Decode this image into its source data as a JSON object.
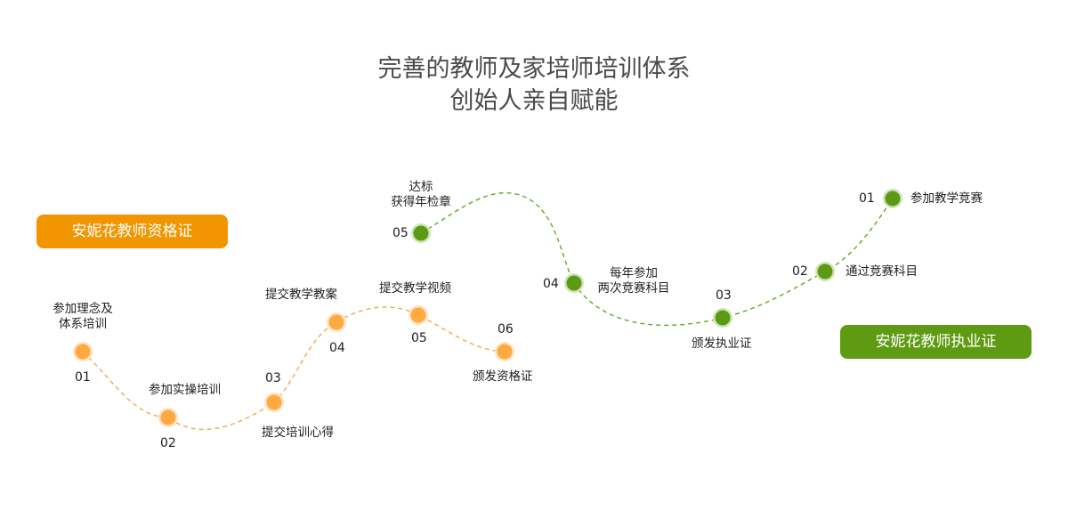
{
  "title": {
    "line1": "完善的教师及家培师培训体系",
    "line2": "创始人亲自赋能"
  },
  "qualification": {
    "badge": "安妮花教师资格证",
    "color": "#f19500",
    "node_color": "#ffa941",
    "steps": [
      {
        "num": "01",
        "label_lines": [
          "参加理念及",
          "体系培训"
        ]
      },
      {
        "num": "02",
        "label_lines": [
          "参加实操培训"
        ]
      },
      {
        "num": "03",
        "label_lines": [
          "提交培训心得"
        ]
      },
      {
        "num": "04",
        "label_lines": [
          "提交教学教案"
        ]
      },
      {
        "num": "05",
        "label_lines": [
          "提交教学视频"
        ]
      },
      {
        "num": "06",
        "label_lines": [
          "颁发资格证"
        ]
      }
    ]
  },
  "practice": {
    "badge": "安妮花教师执业证",
    "color": "#5e9b12",
    "node_color": "#5c9a15",
    "steps": [
      {
        "num": "01",
        "label_lines": [
          "参加教学竞赛"
        ]
      },
      {
        "num": "02",
        "label_lines": [
          "通过竞赛科目"
        ]
      },
      {
        "num": "03",
        "label_lines": [
          "颁发执业证"
        ]
      },
      {
        "num": "04",
        "label_lines": [
          "每年参加",
          "两次竞赛科目"
        ]
      },
      {
        "num": "05",
        "label_lines": [
          "达标",
          "获得年检章"
        ]
      }
    ]
  }
}
